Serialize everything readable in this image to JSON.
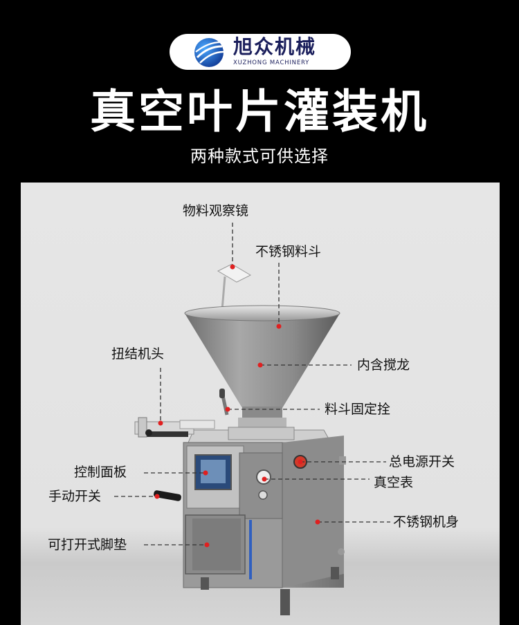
{
  "brand": {
    "name_cn": "旭众机械",
    "name_en": "XUZHONG MACHINERY"
  },
  "title": "真空叶片灌装机",
  "subtitle": "两种款式可供选择",
  "callouts": {
    "viewing_mirror": "物料观察镜",
    "hopper": "不锈钢料斗",
    "twisting_head": "扭结机头",
    "auger": "内含搅龙",
    "hopper_bolt": "料斗固定拴",
    "control_panel": "控制面板",
    "power_switch": "总电源开关",
    "vacuum_gauge": "真空表",
    "manual_switch": "手动开关",
    "body": "不锈钢机身",
    "foot_pad": "可打开式脚垫"
  },
  "colors": {
    "background": "#000000",
    "panel": "#e4e4e4",
    "marker": "#e02020",
    "brand_blue": "#1b4fa8"
  }
}
